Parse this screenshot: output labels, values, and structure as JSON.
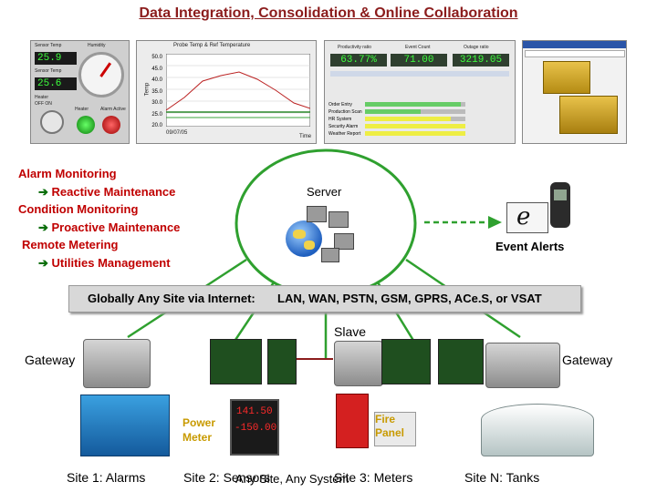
{
  "title": "Data Integration, Consolidation & Online Collaboration",
  "top_panels": {
    "gauges": {
      "sensor_temp_label": "Sensor Temp",
      "humidity_label": "Humidity",
      "sensor_temp_value": "25.9",
      "sensor_temp2_label": "Sensor Temp",
      "sensor_temp2_value": "25.6",
      "heater_label": "Heater",
      "off_on": "OFF  ON",
      "heater2_label": "Heater",
      "alarm_label": "Alarm Active"
    },
    "trend": {
      "title": "Probe Temp & Ref Temperature",
      "y_ticks": [
        "50.0",
        "45.0",
        "40.0",
        "35.0",
        "30.0",
        "25.0",
        "20.0"
      ],
      "y_label": "Temp",
      "x_label": "Time",
      "date": "09/07/05"
    },
    "stats": {
      "h1": "Productivity ratio",
      "h2": "Event Count",
      "h3": "Outage ratio",
      "v1": "63.77%",
      "v2": "71.00",
      "v3": "3219.05",
      "rows": [
        "Order Entry",
        "Production Scan",
        "HR System",
        "Security Alarm",
        "Weather Report"
      ]
    }
  },
  "left_list": {
    "alarm_monitoring": "Alarm Monitoring",
    "reactive": "Reactive Maintenance",
    "condition": "Condition Monitoring",
    "proactive": "Proactive Maintenance",
    "remote": "Remote Metering",
    "utilities": "Utilities Management"
  },
  "server_label": "Server",
  "event_alerts": "Event Alerts",
  "banner": {
    "left": "Globally Any Site via Internet:",
    "right": "LAN, WAN, PSTN, GSM, GPRS, ACe.S, or VSAT"
  },
  "slave": "Slave",
  "gateway_left": "Gateway",
  "gateway_right": "Gateway",
  "power_meter": "Power\nMeter",
  "meter_values": [
    "141.50",
    "-150.00"
  ],
  "fire_panel": "Fire\nPanel",
  "sites": {
    "s1": "Site 1: Alarms",
    "s2": "Site 2: Sensors",
    "s3": "Site 3: Meters",
    "sn": "Site N: Tanks",
    "overlay": "Any Site, Any System"
  }
}
